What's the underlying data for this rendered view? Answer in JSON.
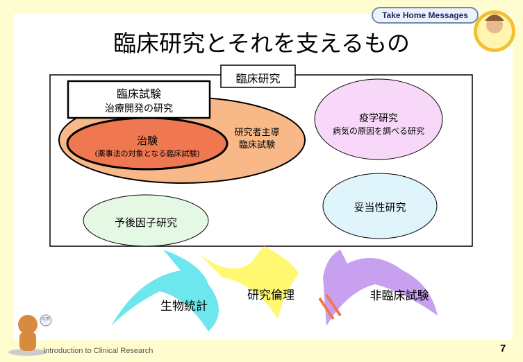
{
  "slide": {
    "title": "臨床研究とそれを支えるもの",
    "badge": "Take Home Messages",
    "footer": "Introduction to Clinical Research",
    "page_number": "7",
    "mascot_bubble": "ICR"
  },
  "diagram": {
    "outer_label": "臨床研究",
    "box_title": "臨床試験",
    "box_subtitle": "治療開発の研究",
    "inner_title": "治験",
    "inner_subtitle": "(薬事法の対象となる臨床試験)",
    "investigator_line1": "研究者主導",
    "investigator_line2": "臨床試験",
    "epi_title": "疫学研究",
    "epi_subtitle": "病気の原因を調べる研究",
    "validity": "妥当性研究",
    "prognosis": "予後因子研究"
  },
  "supports": [
    "生物統計",
    "研究倫理",
    "非臨床試験"
  ],
  "colors": {
    "orange": "#f8b888",
    "red": "#f07850",
    "pink": "#f8d8f8",
    "blue": "#e0f4fc",
    "green": "#e4f8e4",
    "cyan": "#6ee6ee",
    "yellow": "#fff870",
    "purple": "#c8a0f0"
  }
}
